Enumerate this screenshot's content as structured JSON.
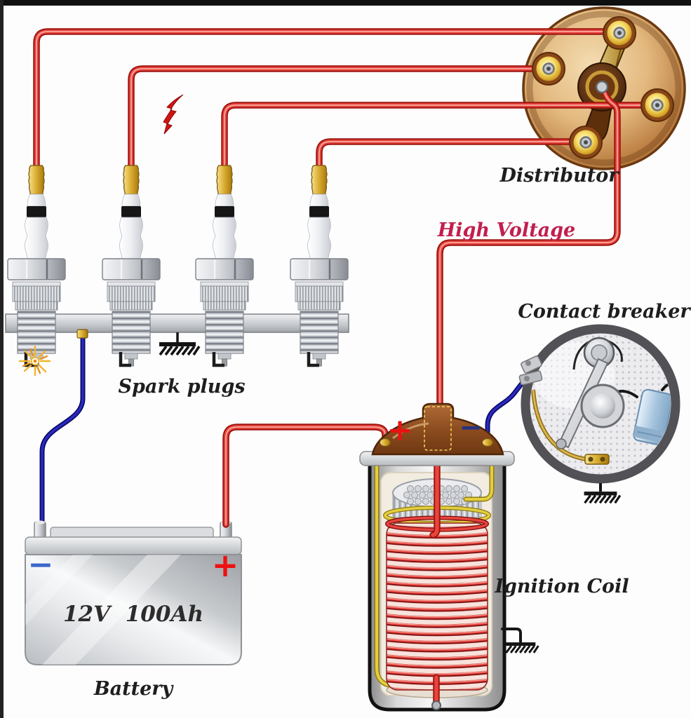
{
  "labels": {
    "distributor": "Distributor",
    "spark_plugs": "Spark plugs",
    "high_voltage": "High Voltage",
    "contact_breaker": "Contact breaker",
    "ignition_coil": "Ignition Coil",
    "battery": "Battery"
  },
  "battery": {
    "rating": "12V  100Ah",
    "negative_sign": "−",
    "positive_sign": "+"
  },
  "ignition_coil": {
    "positive_sign": "+",
    "negative_sign": "−"
  },
  "icons": {
    "lightning_bolt": "high-voltage-flash",
    "ground": "earth-ground-symbol",
    "spark": "spark-flash"
  },
  "colors": {
    "wire_red": "#e8453c",
    "wire_blue": "#2b2bc4",
    "high_voltage_text": "#c21f4e",
    "label_text": "#1e1e1e",
    "distributor_body": "#c08448",
    "coil_cap_brown": "#8a4a1e",
    "capacitor_blue": "#a8c5de",
    "battery_silver": "#d9dbdf",
    "spark_gold": "#f2b42c"
  }
}
